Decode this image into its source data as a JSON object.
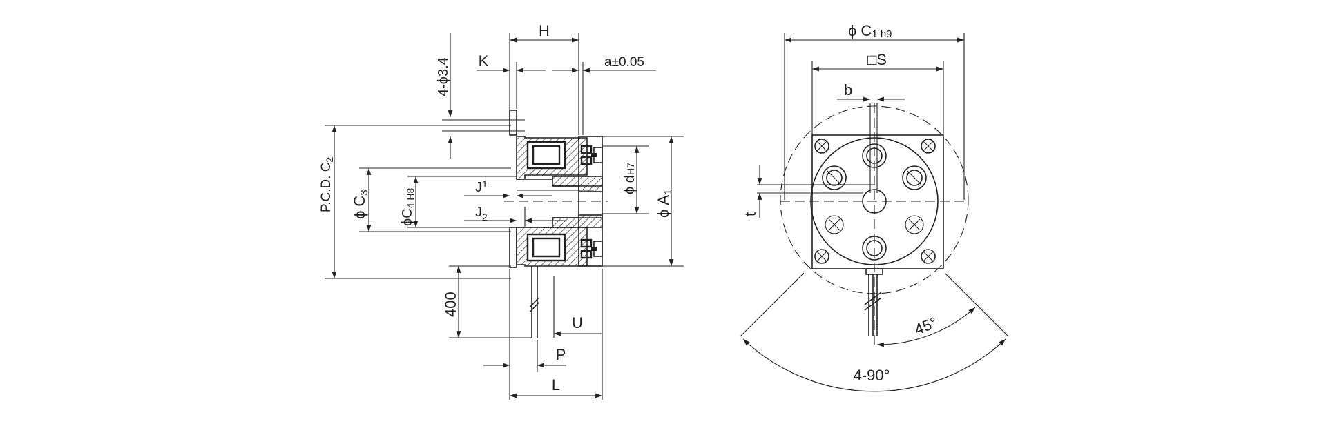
{
  "side_view": {
    "dim_H": "H",
    "dim_K": "K",
    "dim_a": "a±0.05",
    "dim_hole": "4-ϕ3.4",
    "dim_pcd": "P.C.D. C",
    "dim_pcd_sub": "2",
    "dim_c3": "ϕ C",
    "dim_c3_sub": "3",
    "dim_c4": "ϕC",
    "dim_c4_sub": "4 H8",
    "dim_j1": "J",
    "dim_j1_sub": "1",
    "dim_j2": "J",
    "dim_j2_sub": "2",
    "dim_d": "ϕ d",
    "dim_d_sub": "H7",
    "dim_a1": "ϕ A",
    "dim_a1_sub": "1",
    "dim_400": "400",
    "dim_U": "U",
    "dim_P": "P",
    "dim_L": "L"
  },
  "front_view": {
    "dim_c1": "ϕ C",
    "dim_c1_sub": "1 h9",
    "dim_S": "□S",
    "dim_b": "b",
    "dim_t": "t",
    "dim_45": "45°",
    "dim_90": "4-90°"
  }
}
